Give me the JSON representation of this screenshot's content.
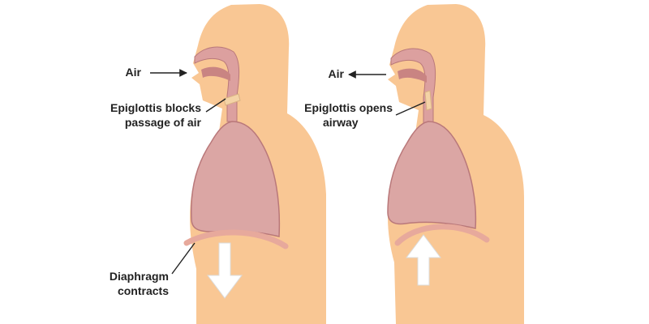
{
  "colors": {
    "skin": "#f9c794",
    "lung": "#dba6a4",
    "lung_outline": "#b9787a",
    "airway": "#dca09f",
    "diaphragm": "#e7a99c",
    "arrow_white": "#ffffff",
    "label_text": "#222222"
  },
  "left_figure": {
    "air_label": "Air",
    "epiglottis_label_line1": "Epiglottis blocks",
    "epiglottis_label_line2": "passage of air",
    "diaphragm_label_line1": "Diaphragm",
    "diaphragm_label_line2": "contracts",
    "air_arrow_direction": "toward mouth",
    "diaphragm_arrow_direction": "down"
  },
  "right_figure": {
    "air_label": "Air",
    "epiglottis_label_line1": "Epiglottis opens",
    "epiglottis_label_line2": "airway",
    "air_arrow_direction": "away from mouth",
    "diaphragm_arrow_direction": "up"
  }
}
